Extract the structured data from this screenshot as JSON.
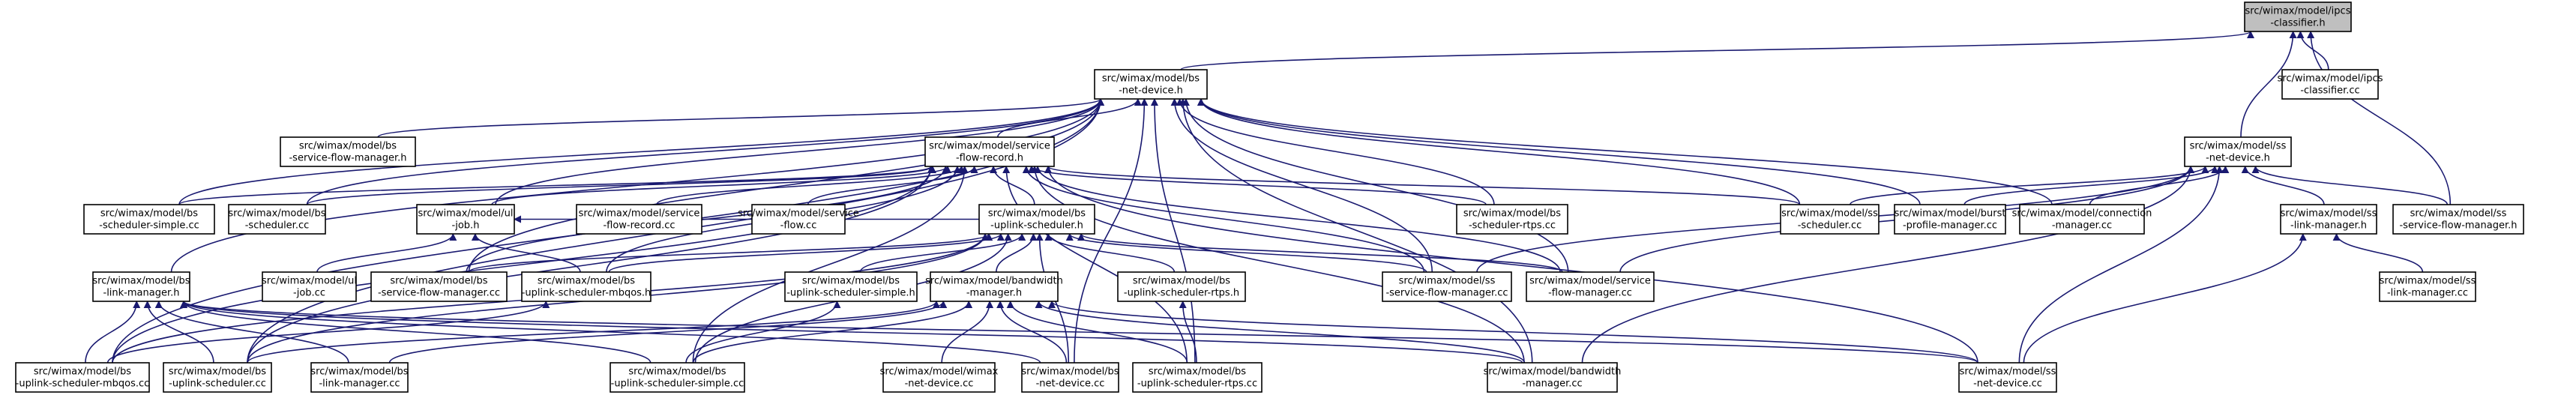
{
  "graph": {
    "edge_color": "#191970",
    "root_fill": "#bfbfbf",
    "nodes": [
      {
        "id": "ss_ipcs_h",
        "lines": [
          "src/wimax/model/ipcs",
          "-classifier.h"
        ],
        "root": true
      },
      {
        "id": "bs_netdev_h",
        "lines": [
          "src/wimax/model/bs",
          "-net-device.h"
        ]
      },
      {
        "id": "ss_ipcs_cc",
        "lines": [
          "src/wimax/model/ipcs",
          "-classifier.cc"
        ]
      },
      {
        "id": "bs_sfm_h",
        "lines": [
          "src/wimax/model/bs",
          "-service-flow-manager.h"
        ]
      },
      {
        "id": "sf_record_h",
        "lines": [
          "src/wimax/model/service",
          "-flow-record.h"
        ]
      },
      {
        "id": "ss_netdev_h",
        "lines": [
          "src/wimax/model/ss",
          "-net-device.h"
        ]
      },
      {
        "id": "bs_sched_simple_cc",
        "lines": [
          "src/wimax/model/bs",
          "-scheduler-simple.cc"
        ]
      },
      {
        "id": "bs_sched_cc",
        "lines": [
          "src/wimax/model/bs",
          "-scheduler.cc"
        ]
      },
      {
        "id": "ul_job_h",
        "lines": [
          "src/wimax/model/ul",
          "-job.h"
        ]
      },
      {
        "id": "sf_record_cc",
        "lines": [
          "src/wimax/model/service",
          "-flow-record.cc"
        ]
      },
      {
        "id": "sf_cc",
        "lines": [
          "src/wimax/model/service",
          "-flow.cc"
        ]
      },
      {
        "id": "bs_ul_sched_h",
        "lines": [
          "src/wimax/model/bs",
          "-uplink-scheduler.h"
        ]
      },
      {
        "id": "bs_sched_rtps_cc",
        "lines": [
          "src/wimax/model/bs",
          "-scheduler-rtps.cc"
        ]
      },
      {
        "id": "ss_sched_cc",
        "lines": [
          "src/wimax/model/ss",
          "-scheduler.cc"
        ]
      },
      {
        "id": "burst_pm_cc",
        "lines": [
          "src/wimax/model/burst",
          "-profile-manager.cc"
        ]
      },
      {
        "id": "conn_mgr_cc",
        "lines": [
          "src/wimax/model/connection",
          "-manager.cc"
        ]
      },
      {
        "id": "ss_link_mgr_h",
        "lines": [
          "src/wimax/model/ss",
          "-link-manager.h"
        ]
      },
      {
        "id": "ss_sfm_h",
        "lines": [
          "src/wimax/model/ss",
          "-service-flow-manager.h"
        ]
      },
      {
        "id": "bs_link_mgr_h",
        "lines": [
          "src/wimax/model/bs",
          "-link-manager.h"
        ]
      },
      {
        "id": "ul_job_cc",
        "lines": [
          "src/wimax/model/ul",
          "-job.cc"
        ]
      },
      {
        "id": "bs_sfm_cc",
        "lines": [
          "src/wimax/model/bs",
          "-service-flow-manager.cc"
        ]
      },
      {
        "id": "bs_ul_mbqos_h",
        "lines": [
          "src/wimax/model/bs",
          "-uplink-scheduler-mbqos.h"
        ]
      },
      {
        "id": "bs_ul_simple_h",
        "lines": [
          "src/wimax/model/bs",
          "-uplink-scheduler-simple.h"
        ]
      },
      {
        "id": "bw_mgr_h",
        "lines": [
          "src/wimax/model/bandwidth",
          "-manager.h"
        ]
      },
      {
        "id": "bs_ul_rtps_h",
        "lines": [
          "src/wimax/model/bs",
          "-uplink-scheduler-rtps.h"
        ]
      },
      {
        "id": "ss_sfm_cc",
        "lines": [
          "src/wimax/model/ss",
          "-service-flow-manager.cc"
        ]
      },
      {
        "id": "sf_mgr_cc",
        "lines": [
          "src/wimax/model/service",
          "-flow-manager.cc"
        ]
      },
      {
        "id": "ss_link_mgr_cc",
        "lines": [
          "src/wimax/model/ss",
          "-link-manager.cc"
        ]
      },
      {
        "id": "bs_ul_mbqos_cc",
        "lines": [
          "src/wimax/model/bs",
          "-uplink-scheduler-mbqos.cc"
        ]
      },
      {
        "id": "bs_ul_sched_cc",
        "lines": [
          "src/wimax/model/bs",
          "-uplink-scheduler.cc"
        ]
      },
      {
        "id": "bs_link_mgr_cc",
        "lines": [
          "src/wimax/model/bs",
          "-link-manager.cc"
        ]
      },
      {
        "id": "bs_ul_simple_cc",
        "lines": [
          "src/wimax/model/bs",
          "-uplink-scheduler-simple.cc"
        ]
      },
      {
        "id": "wimax_netdev_cc",
        "lines": [
          "src/wimax/model/wimax",
          "-net-device.cc"
        ]
      },
      {
        "id": "bs_netdev_cc",
        "lines": [
          "src/wimax/model/bs",
          "-net-device.cc"
        ]
      },
      {
        "id": "bs_ul_rtps_cc",
        "lines": [
          "src/wimax/model/bs",
          "-uplink-scheduler-rtps.cc"
        ]
      },
      {
        "id": "bw_mgr_cc",
        "lines": [
          "src/wimax/model/bandwidth",
          "-manager.cc"
        ]
      },
      {
        "id": "ss_netdev_cc",
        "lines": [
          "src/wimax/model/ss",
          "-net-device.cc"
        ]
      }
    ],
    "edges": [
      [
        "bs_netdev_h",
        "ss_ipcs_h"
      ],
      [
        "ss_ipcs_cc",
        "ss_ipcs_h"
      ],
      [
        "ss_netdev_h",
        "ss_ipcs_h"
      ],
      [
        "ss_sfm_h",
        "ss_ipcs_h"
      ],
      [
        "bs_sfm_h",
        "bs_netdev_h"
      ],
      [
        "sf_record_h",
        "bs_netdev_h"
      ],
      [
        "bs_sched_simple_cc",
        "bs_netdev_h"
      ],
      [
        "bs_sched_cc",
        "bs_netdev_h"
      ],
      [
        "bs_sched_rtps_cc",
        "bs_netdev_h"
      ],
      [
        "ss_sched_cc",
        "bs_netdev_h"
      ],
      [
        "burst_pm_cc",
        "bs_netdev_h"
      ],
      [
        "conn_mgr_cc",
        "bs_netdev_h"
      ],
      [
        "bs_link_mgr_h",
        "bs_netdev_h"
      ],
      [
        "bs_sfm_cc",
        "bs_netdev_h"
      ],
      [
        "ss_sfm_cc",
        "bs_netdev_h"
      ],
      [
        "sf_mgr_cc",
        "bs_netdev_h"
      ],
      [
        "bs_ul_mbqos_cc",
        "bs_netdev_h"
      ],
      [
        "bs_ul_sched_cc",
        "bs_netdev_h"
      ],
      [
        "bs_netdev_cc",
        "bs_netdev_h"
      ],
      [
        "bs_ul_rtps_cc",
        "bs_netdev_h"
      ],
      [
        "bw_mgr_cc",
        "bs_netdev_h"
      ],
      [
        "ul_job_h",
        "bs_netdev_h"
      ],
      [
        "ul_job_h",
        "sf_record_h"
      ],
      [
        "sf_record_cc",
        "sf_record_h"
      ],
      [
        "sf_cc",
        "sf_record_h"
      ],
      [
        "bs_ul_sched_h",
        "sf_record_h"
      ],
      [
        "bs_sched_simple_cc",
        "sf_record_h"
      ],
      [
        "bs_sched_cc",
        "sf_record_h"
      ],
      [
        "bs_sched_rtps_cc",
        "sf_record_h"
      ],
      [
        "ss_sched_cc",
        "sf_record_h"
      ],
      [
        "bs_sfm_cc",
        "sf_record_h"
      ],
      [
        "bs_ul_mbqos_h",
        "sf_record_h"
      ],
      [
        "ss_sfm_cc",
        "sf_record_h"
      ],
      [
        "sf_mgr_cc",
        "sf_record_h"
      ],
      [
        "bs_ul_mbqos_cc",
        "sf_record_h"
      ],
      [
        "bs_ul_sched_cc",
        "sf_record_h"
      ],
      [
        "bs_ul_simple_cc",
        "sf_record_h"
      ],
      [
        "bs_ul_rtps_cc",
        "sf_record_h"
      ],
      [
        "bw_mgr_cc",
        "sf_record_h"
      ],
      [
        "ss_netdev_cc",
        "sf_record_h"
      ],
      [
        "ss_sched_cc",
        "ss_netdev_h"
      ],
      [
        "burst_pm_cc",
        "ss_netdev_h"
      ],
      [
        "conn_mgr_cc",
        "ss_netdev_h"
      ],
      [
        "ss_link_mgr_h",
        "ss_netdev_h"
      ],
      [
        "ss_sfm_h",
        "ss_netdev_h"
      ],
      [
        "ss_sfm_cc",
        "ss_netdev_h"
      ],
      [
        "sf_mgr_cc",
        "ss_netdev_h"
      ],
      [
        "bw_mgr_cc",
        "ss_netdev_h"
      ],
      [
        "ss_netdev_cc",
        "ss_netdev_h"
      ],
      [
        "ul_job_cc",
        "ul_job_h"
      ],
      [
        "bs_ul_mbqos_h",
        "ul_job_h"
      ],
      [
        "bs_ul_sched_h",
        "ul_job_h"
      ],
      [
        "bs_ul_mbqos_h",
        "bs_ul_sched_h"
      ],
      [
        "bs_ul_simple_h",
        "bs_ul_sched_h"
      ],
      [
        "bw_mgr_h",
        "bs_ul_sched_h"
      ],
      [
        "bs_ul_rtps_h",
        "bs_ul_sched_h"
      ],
      [
        "bs_sfm_cc",
        "bs_ul_sched_h"
      ],
      [
        "ss_sfm_cc",
        "bs_ul_sched_h"
      ],
      [
        "sf_mgr_cc",
        "bs_ul_sched_h"
      ],
      [
        "bs_ul_mbqos_cc",
        "bs_ul_sched_h"
      ],
      [
        "bs_ul_sched_cc",
        "bs_ul_sched_h"
      ],
      [
        "bs_ul_simple_cc",
        "bs_ul_sched_h"
      ],
      [
        "bs_netdev_cc",
        "bs_ul_sched_h"
      ],
      [
        "bs_ul_mbqos_cc",
        "bs_link_mgr_h"
      ],
      [
        "bs_ul_sched_cc",
        "bs_link_mgr_h"
      ],
      [
        "bs_link_mgr_cc",
        "bs_link_mgr_h"
      ],
      [
        "bs_ul_simple_cc",
        "bs_link_mgr_h"
      ],
      [
        "bs_netdev_cc",
        "bs_link_mgr_h"
      ],
      [
        "bw_mgr_cc",
        "bs_link_mgr_h"
      ],
      [
        "ss_netdev_cc",
        "bs_link_mgr_h"
      ],
      [
        "bs_ul_mbqos_cc",
        "bs_ul_mbqos_h"
      ],
      [
        "bs_ul_simple_cc",
        "bs_ul_simple_h"
      ],
      [
        "bs_ul_rtps_cc",
        "bs_ul_rtps_h"
      ],
      [
        "bs_ul_sched_cc",
        "bw_mgr_h"
      ],
      [
        "bs_link_mgr_cc",
        "bw_mgr_h"
      ],
      [
        "bs_ul_simple_cc",
        "bw_mgr_h"
      ],
      [
        "wimax_netdev_cc",
        "bw_mgr_h"
      ],
      [
        "bs_netdev_cc",
        "bw_mgr_h"
      ],
      [
        "bs_ul_rtps_cc",
        "bw_mgr_h"
      ],
      [
        "bw_mgr_cc",
        "bw_mgr_h"
      ],
      [
        "ss_netdev_cc",
        "bw_mgr_h"
      ],
      [
        "ss_link_mgr_cc",
        "ss_link_mgr_h"
      ],
      [
        "ss_netdev_cc",
        "ss_link_mgr_h"
      ]
    ]
  }
}
